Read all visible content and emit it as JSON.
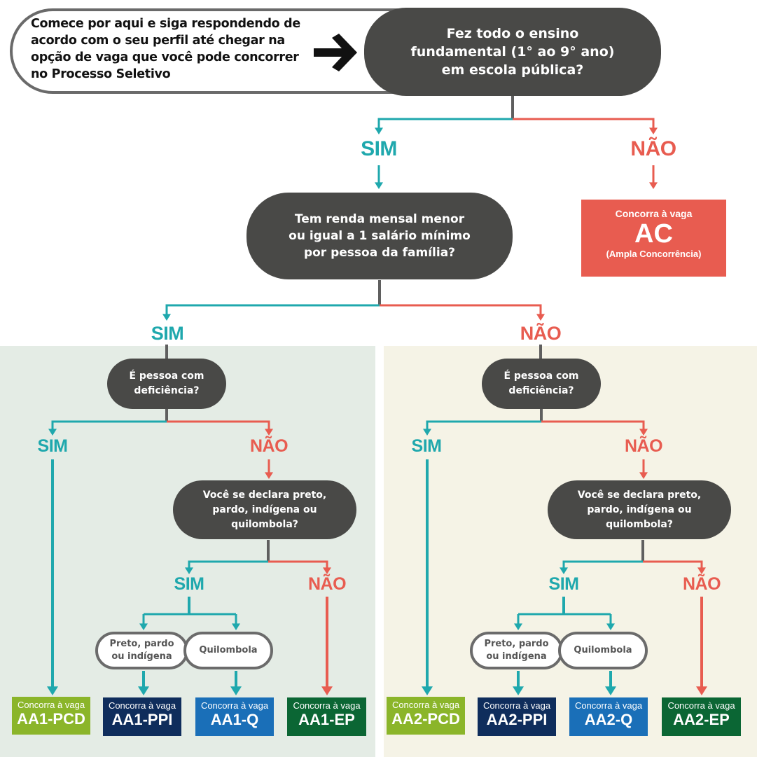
{
  "colors": {
    "sim": "#1fa8ad",
    "nao": "#e85c50",
    "question_bg": "#494947",
    "panel_aa1": "#e4ece5",
    "panel_aa2": "#f5f3e6",
    "pcd": "#8bb52a",
    "ppi": "#0f2d5c",
    "q": "#1a6fb8",
    "ep": "#0b6634",
    "ac": "#e85c50"
  },
  "intro": {
    "text": "Comece por aqui e siga respondendo de acordo com o seu perfil até chegar na opção de vaga que você pode concorrer no Processo Seletivo",
    "arrow_icon": "arrow-right-icon"
  },
  "q1": {
    "line1": "Fez todo o ensino",
    "line2": "fundamental  (1° ao 9° ano)",
    "line3": "em escola pública?"
  },
  "q1_yes": "SIM",
  "q1_no": "NÃO",
  "ac_box": {
    "sub": "Concorra à vaga",
    "code": "AC",
    "desc": "(Ampla Concorrência)"
  },
  "q2": {
    "line1": "Tem renda mensal menor",
    "line2": "ou igual a 1 salário mínimo",
    "line3": "por pessoa da família?"
  },
  "q2_yes": "SIM",
  "q2_no": "NÃO",
  "branches": [
    {
      "pcd_q": {
        "line1": "É pessoa com",
        "line2": "deficiência?"
      },
      "pcd_yes": "SIM",
      "pcd_no": "NÃO",
      "race_q": {
        "line1": "Você se declara preto,",
        "line2": "pardo, indígena ou",
        "line3": "quilombola?"
      },
      "race_yes": "SIM",
      "race_no": "NÃO",
      "opt_ppi": {
        "line1": "Preto, pardo",
        "line2": "ou  indígena"
      },
      "opt_q": "Quilombola",
      "results": [
        {
          "sub": "Concorra à vaga",
          "code": "AA1-PCD"
        },
        {
          "sub": "Concorra à vaga",
          "code": "AA1-PPI"
        },
        {
          "sub": "Concorra à vaga",
          "code": "AA1-Q"
        },
        {
          "sub": "Concorra à vaga",
          "code": "AA1-EP"
        }
      ]
    },
    {
      "pcd_q": {
        "line1": "É pessoa com",
        "line2": "deficiência?"
      },
      "pcd_yes": "SIM",
      "pcd_no": "NÃO",
      "race_q": {
        "line1": "Você se declara preto,",
        "line2": "pardo, indígena ou",
        "line3": "quilombola?"
      },
      "race_yes": "SIM",
      "race_no": "NÃO",
      "opt_ppi": {
        "line1": "Preto, pardo",
        "line2": "ou  indígena"
      },
      "opt_q": "Quilombola",
      "results": [
        {
          "sub": "Concorra à vaga",
          "code": "AA2-PCD"
        },
        {
          "sub": "Concorra à vaga",
          "code": "AA2-PPI"
        },
        {
          "sub": "Concorra à vaga",
          "code": "AA2-Q"
        },
        {
          "sub": "Concorra à vaga",
          "code": "AA2-EP"
        }
      ]
    }
  ]
}
